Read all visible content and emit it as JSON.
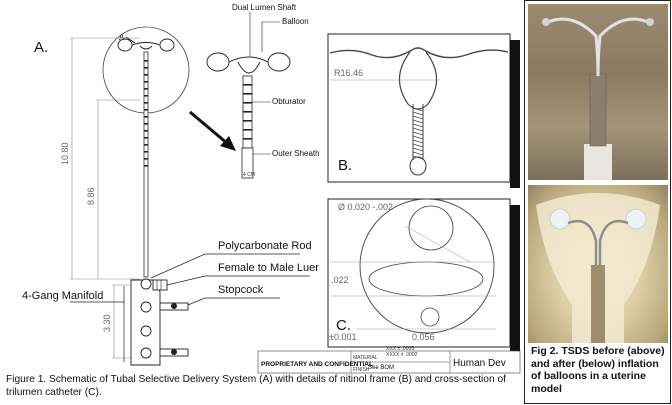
{
  "panel_labels": {
    "a": "A.",
    "a_small": "A",
    "b": "B.",
    "c": "C."
  },
  "callouts": {
    "dual_lumen_shaft": "Dual Lumen Shaft",
    "balloon": "Balloon",
    "obturator": "Obturator",
    "outer_sheath": "Outer Sheath",
    "polycarbonate_rod": "Polycarbonate Rod",
    "female_to_male_luer": "Female to Male Luer",
    "stopcock": "Stopcock",
    "four_gang_manifold": "4-Gang Manifold"
  },
  "dimensions": {
    "overall_length": "10.80",
    "shaft_length": "8.86",
    "manifold_length": "3.30",
    "radius_b": "R16.46",
    "diameter_c": "Ø 0.020 -.002",
    "width_c": ".022",
    "tolerance_c": "±0.001",
    "span_c": "0.056"
  },
  "title_block": {
    "proprietary": "PROPRIETARY AND CONFIDENTIAL",
    "material": "MATERIAL",
    "finish": "FINISH",
    "bom": "See BOM",
    "tol1": "XXX ± .0005",
    "tol2": "XXXX ± .0002",
    "company": "Human Dev"
  },
  "sheath_tip": "4 CM",
  "figure1_caption": "Figure 1.  Schematic of Tubal Selective Delivery System (A) with details of nitinol frame (B) and cross-section of trilumen catheter (C).",
  "figure2_caption": "Fig 2.  TSDS before (above) and after (below) inflation of balloons in a uterine model"
}
